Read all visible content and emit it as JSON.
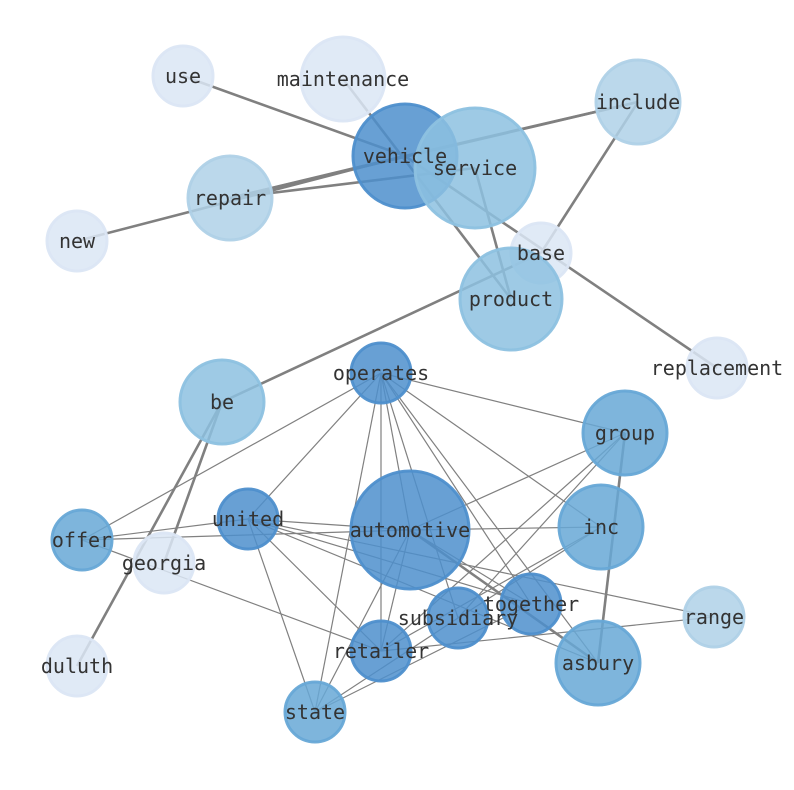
{
  "graph": {
    "colors": {
      "edge": "#808080",
      "label": "#333333",
      "level1": "#dbe6f4",
      "level2": "#afd1e7",
      "level3": "#8dc1e0",
      "level4": "#67a8d6",
      "level5": "#4e8fcc"
    },
    "nodes": [
      {
        "id": "use",
        "label": "use",
        "level": 1,
        "size": 1
      },
      {
        "id": "maintenance",
        "label": "maintenance",
        "level": 1,
        "size": 2
      },
      {
        "id": "include",
        "label": "include",
        "level": 2,
        "size": 2
      },
      {
        "id": "vehicle",
        "label": "vehicle",
        "level": 5,
        "size": 3
      },
      {
        "id": "service",
        "label": "service",
        "level": 3,
        "size": 4
      },
      {
        "id": "repair",
        "label": "repair",
        "level": 2,
        "size": 2
      },
      {
        "id": "new",
        "label": "new",
        "level": 1,
        "size": 1
      },
      {
        "id": "base",
        "label": "base",
        "level": 1,
        "size": 1
      },
      {
        "id": "product",
        "label": "product",
        "level": 3,
        "size": 3
      },
      {
        "id": "replacement",
        "label": "replacement",
        "level": 1,
        "size": 1
      },
      {
        "id": "operates",
        "label": "operates",
        "level": 5,
        "size": 1
      },
      {
        "id": "be",
        "label": "be",
        "level": 3,
        "size": 2
      },
      {
        "id": "group",
        "label": "group",
        "level": 4,
        "size": 2
      },
      {
        "id": "united",
        "label": "united",
        "level": 5,
        "size": 1
      },
      {
        "id": "automotive",
        "label": "automotive",
        "level": 5,
        "size": 4
      },
      {
        "id": "inc",
        "label": "inc",
        "level": 4,
        "size": 2
      },
      {
        "id": "offer",
        "label": "offer",
        "level": 4,
        "size": 1
      },
      {
        "id": "georgia",
        "label": "georgia",
        "level": 1,
        "size": 1
      },
      {
        "id": "together",
        "label": "together",
        "level": 5,
        "size": 1
      },
      {
        "id": "subsidiary",
        "label": "subsidiary",
        "level": 5,
        "size": 1
      },
      {
        "id": "range",
        "label": "range",
        "level": 2,
        "size": 1
      },
      {
        "id": "retailer",
        "label": "retailer",
        "level": 5,
        "size": 1
      },
      {
        "id": "asbury",
        "label": "asbury",
        "level": 4,
        "size": 2
      },
      {
        "id": "duluth",
        "label": "duluth",
        "level": 1,
        "size": 1
      },
      {
        "id": "state",
        "label": "state",
        "level": 4,
        "size": 1
      }
    ],
    "edges": [
      {
        "source": "use",
        "target": "vehicle",
        "weight": 2
      },
      {
        "source": "maintenance",
        "target": "product",
        "weight": 2
      },
      {
        "source": "vehicle",
        "target": "include",
        "weight": 2
      },
      {
        "source": "repair",
        "target": "include",
        "weight": 2
      },
      {
        "source": "vehicle",
        "target": "repair",
        "weight": 2
      },
      {
        "source": "repair",
        "target": "service",
        "weight": 2
      },
      {
        "source": "new",
        "target": "vehicle",
        "weight": 2
      },
      {
        "source": "vehicle",
        "target": "replacement",
        "weight": 2
      },
      {
        "source": "service",
        "target": "product",
        "weight": 2
      },
      {
        "source": "include",
        "target": "base",
        "weight": 2
      },
      {
        "source": "base",
        "target": "be",
        "weight": 2
      },
      {
        "source": "be",
        "target": "duluth",
        "weight": 2
      },
      {
        "source": "be",
        "target": "georgia",
        "weight": 2
      },
      {
        "source": "operates",
        "target": "offer",
        "weight": 1
      },
      {
        "source": "operates",
        "target": "united",
        "weight": 1
      },
      {
        "source": "operates",
        "target": "automotive",
        "weight": 1
      },
      {
        "source": "operates",
        "target": "group",
        "weight": 1
      },
      {
        "source": "operates",
        "target": "inc",
        "weight": 1
      },
      {
        "source": "operates",
        "target": "together",
        "weight": 1
      },
      {
        "source": "operates",
        "target": "subsidiary",
        "weight": 1
      },
      {
        "source": "operates",
        "target": "retailer",
        "weight": 1
      },
      {
        "source": "operates",
        "target": "state",
        "weight": 1
      },
      {
        "source": "operates",
        "target": "asbury",
        "weight": 1
      },
      {
        "source": "offer",
        "target": "united",
        "weight": 1
      },
      {
        "source": "offer",
        "target": "automotive",
        "weight": 1
      },
      {
        "source": "offer",
        "target": "retailer",
        "weight": 1
      },
      {
        "source": "united",
        "target": "automotive",
        "weight": 1
      },
      {
        "source": "united",
        "target": "together",
        "weight": 1
      },
      {
        "source": "united",
        "target": "range",
        "weight": 1
      },
      {
        "source": "united",
        "target": "retailer",
        "weight": 1
      },
      {
        "source": "united",
        "target": "state",
        "weight": 1
      },
      {
        "source": "united",
        "target": "asbury",
        "weight": 1
      },
      {
        "source": "automotive",
        "target": "inc",
        "weight": 1
      },
      {
        "source": "automotive",
        "target": "asbury",
        "weight": 2
      },
      {
        "source": "automotive",
        "target": "together",
        "weight": 1
      },
      {
        "source": "automotive",
        "target": "retailer",
        "weight": 1
      },
      {
        "source": "automotive",
        "target": "state",
        "weight": 1
      },
      {
        "source": "group",
        "target": "asbury",
        "weight": 2
      },
      {
        "source": "group",
        "target": "subsidiary",
        "weight": 1
      },
      {
        "source": "group",
        "target": "retailer",
        "weight": 1
      },
      {
        "source": "group",
        "target": "automotive",
        "weight": 1
      },
      {
        "source": "inc",
        "target": "subsidiary",
        "weight": 1
      },
      {
        "source": "inc",
        "target": "retailer",
        "weight": 1
      },
      {
        "source": "together",
        "target": "state",
        "weight": 1
      },
      {
        "source": "subsidiary",
        "target": "state",
        "weight": 1
      },
      {
        "source": "retailer",
        "target": "range",
        "weight": 1
      }
    ]
  }
}
